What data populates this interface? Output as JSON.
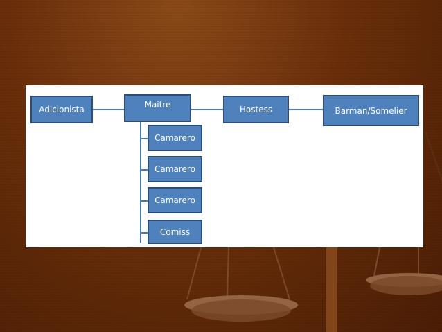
{
  "diagram": {
    "top_row": [
      {
        "label": "Adicionista"
      },
      {
        "label": "Maître"
      },
      {
        "label": "Hostess"
      },
      {
        "label": "Barman/Somelier"
      }
    ],
    "children": [
      {
        "label": "Camarero"
      },
      {
        "label": "Camarero"
      },
      {
        "label": "Camarero"
      },
      {
        "label": "Comiss"
      }
    ]
  },
  "colors": {
    "box_fill": "#4f81bd",
    "box_border": "#2c4d75",
    "connector": "#4a79b8",
    "panel": "#ffffff",
    "background": "#6a2f0a"
  }
}
